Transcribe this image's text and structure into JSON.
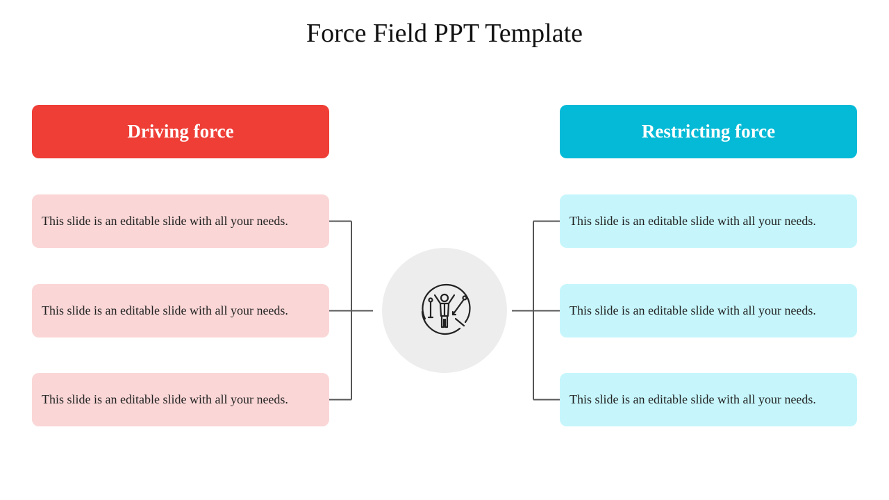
{
  "slide": {
    "title": "Force Field PPT Template"
  },
  "driving": {
    "header": "Driving force",
    "items": [
      "This slide is an editable slide with all your needs.",
      "This slide is an editable slide with all your needs.",
      "This slide is an editable slide with all your needs."
    ]
  },
  "restricting": {
    "header": "Restricting force",
    "items": [
      "This slide is an editable slide with all your needs.",
      "This slide is an editable slide with all your needs.",
      "This slide is an editable slide with all your needs."
    ]
  },
  "center": {
    "icon": "person-force-field-icon"
  },
  "colors": {
    "driving_header": "#ee3e36",
    "driving_item": "#fad6d6",
    "restricting_header": "#05bad6",
    "restricting_item": "#c6f6fc",
    "center_circle": "#ededed",
    "connector": "#555555"
  }
}
